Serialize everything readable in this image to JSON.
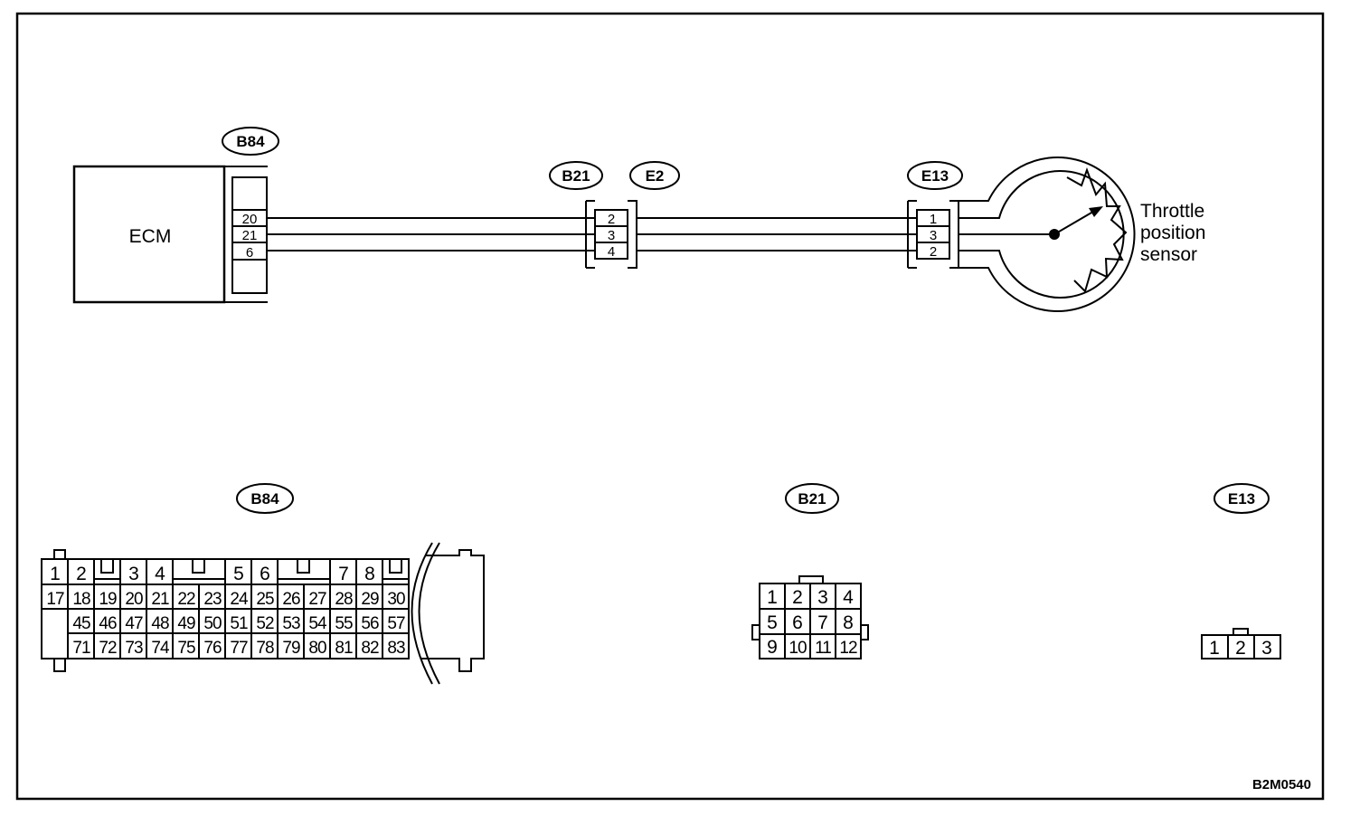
{
  "ecm": {
    "label": "ECM"
  },
  "sensor": {
    "label_lines": [
      "Throttle",
      "position",
      "sensor"
    ]
  },
  "connectors": {
    "b84": {
      "tag": "B84",
      "pins": [
        "20",
        "21",
        "6"
      ]
    },
    "b21": {
      "tag": "B21",
      "pins": [
        "2",
        "3",
        "4"
      ]
    },
    "e2": {
      "tag": "E2"
    },
    "e13": {
      "tag": "E13",
      "pins": [
        "1",
        "3",
        "2"
      ]
    }
  },
  "faces": {
    "b84": {
      "tag": "B84",
      "row1": [
        "1",
        "2",
        "",
        "3",
        "4",
        "",
        "",
        "5",
        "6",
        "",
        "",
        "7",
        "8",
        ""
      ],
      "row2": [
        "17",
        "18",
        "19",
        "20",
        "21",
        "22",
        "23",
        "24",
        "25",
        "26",
        "27",
        "28",
        "29",
        "30"
      ],
      "row3": [
        "",
        "45",
        "46",
        "47",
        "48",
        "49",
        "50",
        "51",
        "52",
        "53",
        "54",
        "55",
        "56",
        "57"
      ],
      "row4": [
        "",
        "71",
        "72",
        "73",
        "74",
        "75",
        "76",
        "77",
        "78",
        "79",
        "80",
        "81",
        "82",
        "83"
      ]
    },
    "b21": {
      "tag": "B21",
      "rows": [
        [
          "1",
          "2",
          "3",
          "4"
        ],
        [
          "5",
          "6",
          "7",
          "8"
        ],
        [
          "9",
          "10",
          "11",
          "12"
        ]
      ]
    },
    "e13": {
      "tag": "E13",
      "pins": [
        "1",
        "2",
        "3"
      ]
    }
  },
  "figure_code": "B2M0540"
}
